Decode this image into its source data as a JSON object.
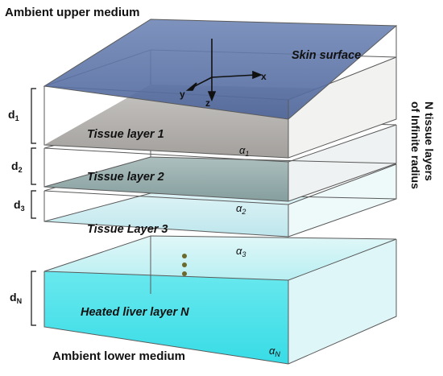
{
  "diagram": {
    "title_top": "Ambient upper medium",
    "title_bottom": "Ambient lower medium",
    "skin_label": "Skin surface",
    "axes": {
      "x": "x",
      "y": "y",
      "z": "z"
    },
    "side_label_line1": "N tissue layers",
    "side_label_line2": "of Infinite radius",
    "layers": [
      {
        "label": "Tissue layer 1",
        "alpha": "α",
        "alpha_sub": "1",
        "d": "d",
        "d_sub": "1"
      },
      {
        "label": "Tissue layer 2",
        "alpha": "α",
        "alpha_sub": "2",
        "d": "d",
        "d_sub": "2"
      },
      {
        "label": "Tissue Layer 3",
        "alpha": "α",
        "alpha_sub": "3",
        "d": "d",
        "d_sub": "3"
      },
      {
        "label": "Heated liver layer N",
        "alpha": "α",
        "alpha_sub": "N",
        "d": "d",
        "d_sub": "N"
      }
    ],
    "colors": {
      "skin": "#4f6a9f",
      "layer1": "#a7a4a0",
      "layer2": "#86a0a0",
      "layer3": "#bde6ec",
      "liverFront": "#3ee0e8",
      "liverTop": "#bff0f3",
      "dots": "#6b6a2c"
    }
  }
}
